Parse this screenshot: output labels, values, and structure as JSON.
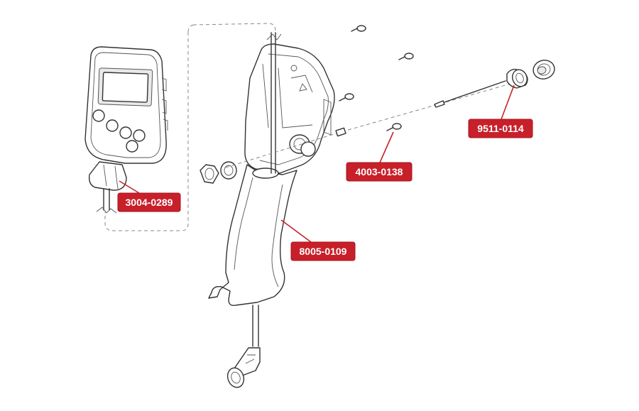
{
  "diagram": {
    "callouts": [
      {
        "id": "c1",
        "label": "3004-0289"
      },
      {
        "id": "c2",
        "label": "8005-0109"
      },
      {
        "id": "c3",
        "label": "4003-0138"
      },
      {
        "id": "c4",
        "label": "9511-0114"
      }
    ],
    "colors": {
      "callout": "#c8202a",
      "callout_text": "#ffffff",
      "line": "#333333"
    }
  }
}
